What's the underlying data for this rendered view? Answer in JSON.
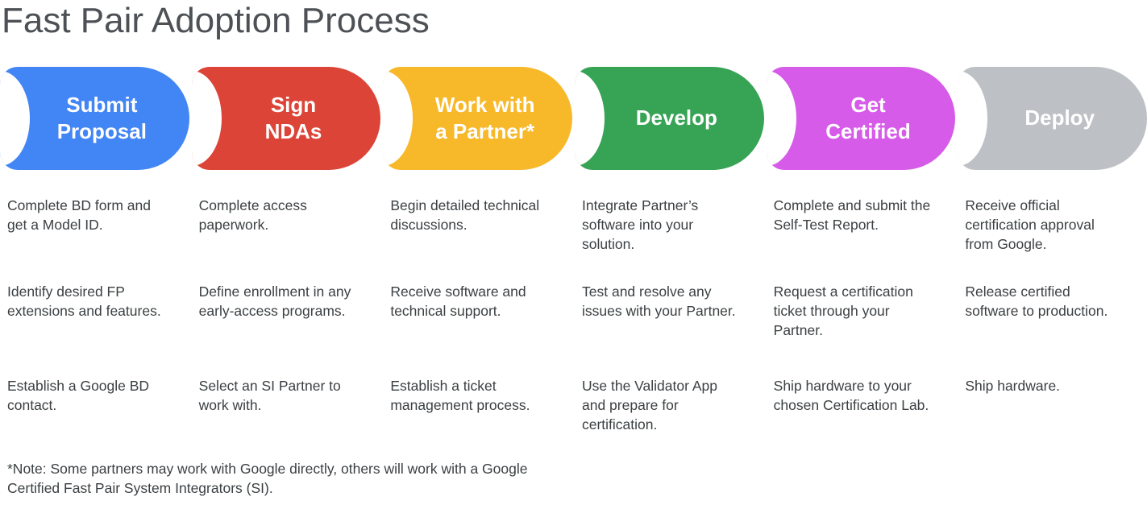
{
  "page": {
    "title": "Fast Pair Adoption Process",
    "note": "*Note: Some partners may work with Google directly, others will work with a Google Certified Fast Pair System Integrators (SI)."
  },
  "colors": {
    "title_text": "#4d5156",
    "body_text": "#3c4043",
    "stage_label_text": "#ffffff"
  },
  "stages": [
    {
      "label": "Submit Proposal",
      "color": "#4285f4",
      "steps": [
        "Complete BD form and get a Model ID.",
        "Identify desired FP extensions and features.",
        "Establish a Google BD contact."
      ]
    },
    {
      "label": "Sign NDAs",
      "color": "#db4437",
      "steps": [
        "Complete access paperwork.",
        "Define enrollment in any early-access programs.",
        "Select an SI Partner to work with."
      ]
    },
    {
      "label": "Work with a Partner*",
      "color": "#f7b829",
      "steps": [
        "Begin detailed technical discussions.",
        "Receive software and technical support.",
        "Establish a ticket management process."
      ]
    },
    {
      "label": "Develop",
      "color": "#37a355",
      "steps": [
        "Integrate Partner’s software into your solution.",
        "Test and resolve any issues with your Partner.",
        "Use the Validator App and prepare for certification."
      ]
    },
    {
      "label": "Get Certified",
      "color": "#d65be8",
      "steps": [
        "Complete and submit the Self-Test Report.",
        "Request a certification ticket through your Partner.",
        "Ship hardware to your chosen Certification Lab."
      ]
    },
    {
      "label": "Deploy",
      "color": "#bdc1c6",
      "steps": [
        "Receive official certification approval from Google.",
        "Release certified software to production.",
        "Ship hardware."
      ]
    }
  ]
}
